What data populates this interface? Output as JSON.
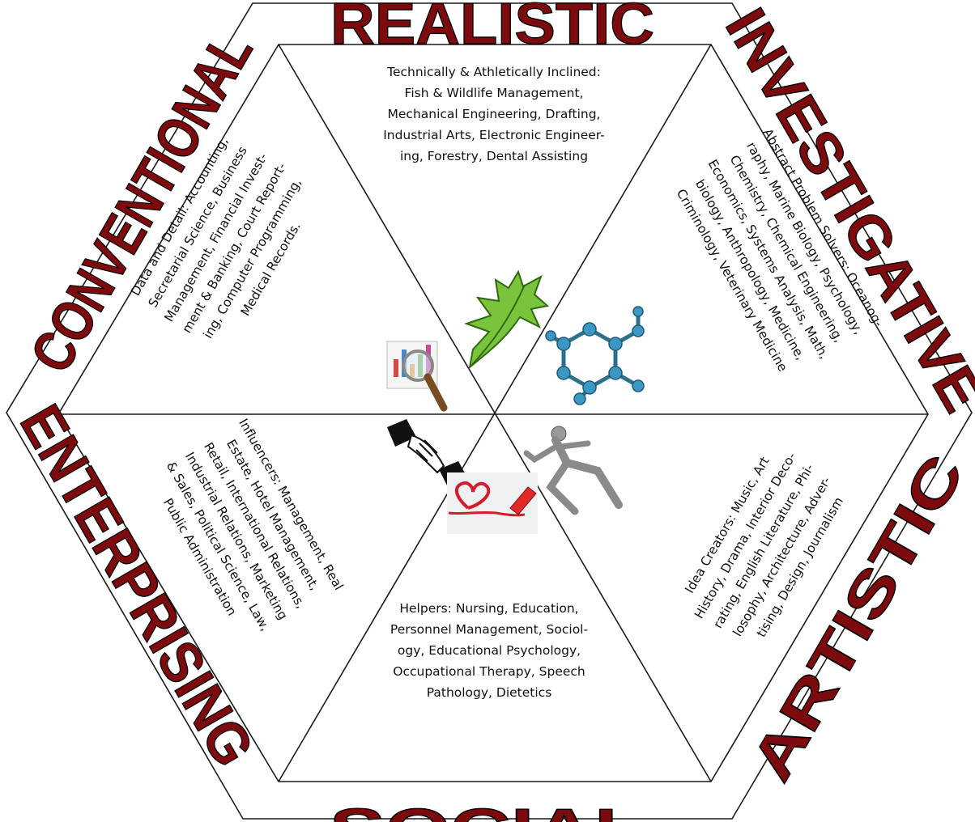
{
  "diagram": {
    "type": "holland-hexagon",
    "colors": {
      "banner_fill": "#7d0a0c",
      "banner_outline": "#000000",
      "lines": "#1a1a1a"
    },
    "sections": [
      {
        "key": "realistic",
        "title": "REALISTIC",
        "description": "Technically & Athletically Inclined:\nFish & Wildlife Management,\nMechanical Engineering, Drafting,\nIndustrial Arts, Electronic Engineer-\ning, Forestry, Dental Assisting",
        "icon": "leaf-icon"
      },
      {
        "key": "investigative",
        "title": "INVESTIGATIVE",
        "description": "Abstract Problem Solvers: Oceanog-\nraphy, Marine Biology, Psychology,\nChemistry, Chemical Engineering,\nEconomics, Systems Analysis, Math,\nbiology, Anthropology, Medicine,\nCriminology, Veterinary Medicine",
        "icon": "molecule-icon"
      },
      {
        "key": "artistic",
        "title": "ARTISTIC",
        "description": "Idea Creators: Music, Art\nHistory, Drama, Interior Deco-\nrating, English Literature, Phi-\nlosophy, Architecture,  Adver-\ntising, Design, Journalism",
        "icon": "athlete-statue-icon"
      },
      {
        "key": "social",
        "title": "SOCIAL",
        "description": "Helpers: Nursing, Education,\nPersonnel Management, Sociol-\nogy, Educational Psychology,\nOccupational Therapy, Speech\nPathology, Dietetics",
        "icon": "heart-marker-icon"
      },
      {
        "key": "enterprising",
        "title": "ENTERPRISING",
        "description": "Influencers: Management, Real\nEstate, Hotel Management,\nRetail, International Relations,\nIndustrial Relations, Marketing\n& Sales, Political Science, Law,\nPublic Administration",
        "icon": "handshake-icon"
      },
      {
        "key": "conventional",
        "title": "CONVENTIONAL",
        "description": "Data and Detail: Accounting,\nSecretarial Science, Business\nManagement, Financial Invest-\nment & Banking, Court Report-\ning, Computer Programming,\nMedical Records.",
        "icon": "magnifier-chart-icon"
      }
    ]
  }
}
